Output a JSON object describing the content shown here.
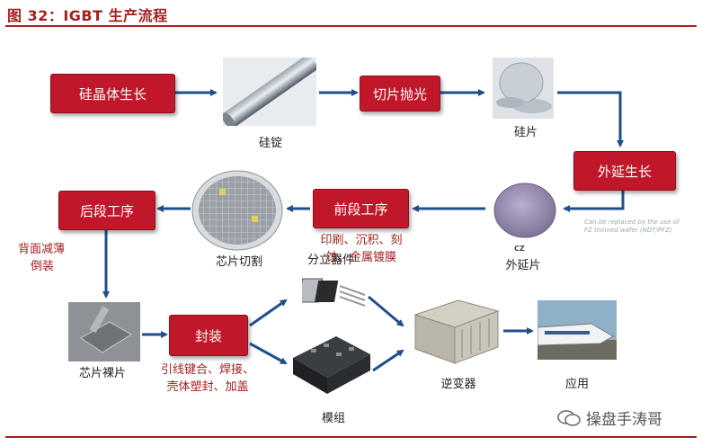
{
  "title": "图 32：IGBT 生产流程",
  "steps": {
    "silicon_crystal": "硅晶体生长",
    "cut_polish": "切片抛光",
    "epitaxial_growth": "外延生长",
    "front_end": "前段工序",
    "back_end": "后段工序",
    "package": "封装"
  },
  "labels": {
    "ingot": "硅锭",
    "wafer": "硅片",
    "epi_wafer": "外延片",
    "chip_cut": "芯片切割",
    "front_process_line1": "印刷、沉积、刻",
    "front_process_line2": "蚀、金属镀膜",
    "back_thin_line1": "背面减薄",
    "back_thin_line2": "倒装",
    "bare_chip": "芯片裸片",
    "discrete": "分立器件",
    "module": "模组",
    "pkg_line1": "引线键合、焊接、",
    "pkg_line2": "壳体塑封、加盖",
    "inverter": "逆变器",
    "application": "应用"
  },
  "annotations": {
    "note_line1": "Can be replaced by the use of",
    "note_line2": "FZ thinned wafer (NDT/PFZ)",
    "cz": "CZ"
  },
  "watermark": "操盘手涛哥",
  "colors": {
    "accent": "#c0182a",
    "arrow": "#1f4f8b",
    "title": "#a3211f"
  }
}
